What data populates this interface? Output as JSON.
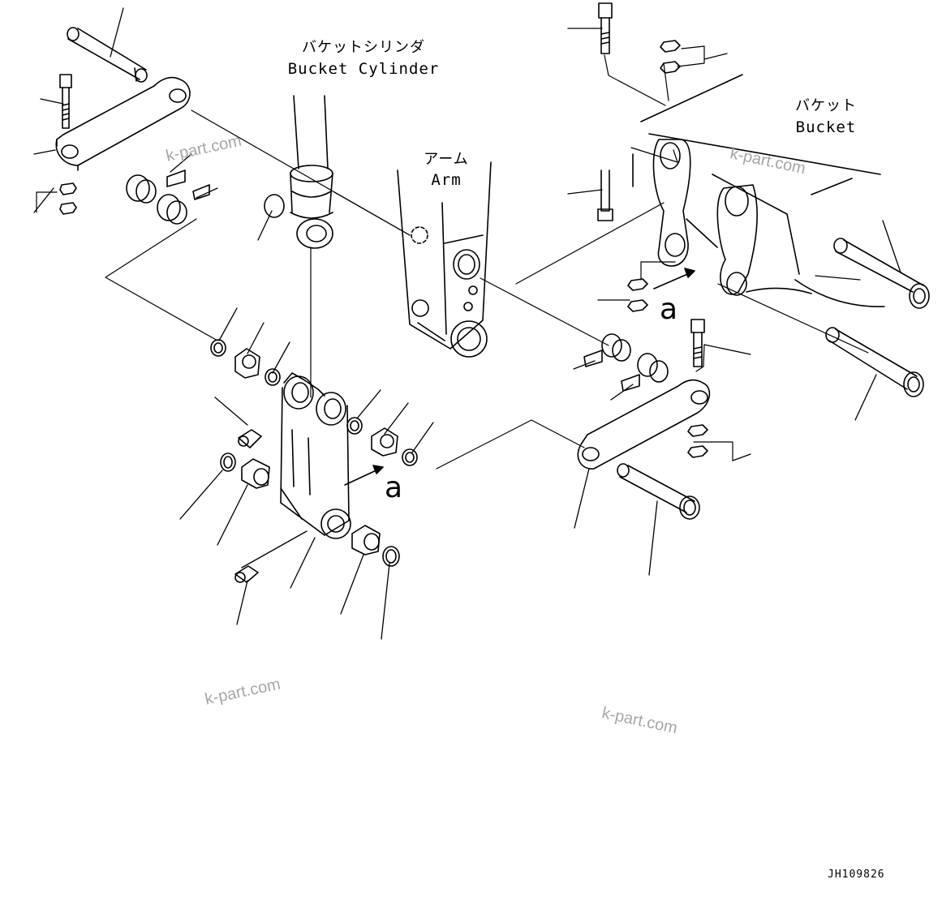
{
  "labels": {
    "bucket_cylinder_jp": "バケットシリンダ",
    "bucket_cylinder_en": "Bucket Cylinder",
    "arm_jp": "アーム",
    "arm_en": "Arm",
    "bucket_jp": "バケット",
    "bucket_en": "Bucket",
    "marker_a": "a",
    "drawing_code": "JH109826"
  },
  "watermark": "k-part.com",
  "colors": {
    "line": "#000000",
    "watermark": "#a6a6a6",
    "background": "#ffffff"
  }
}
